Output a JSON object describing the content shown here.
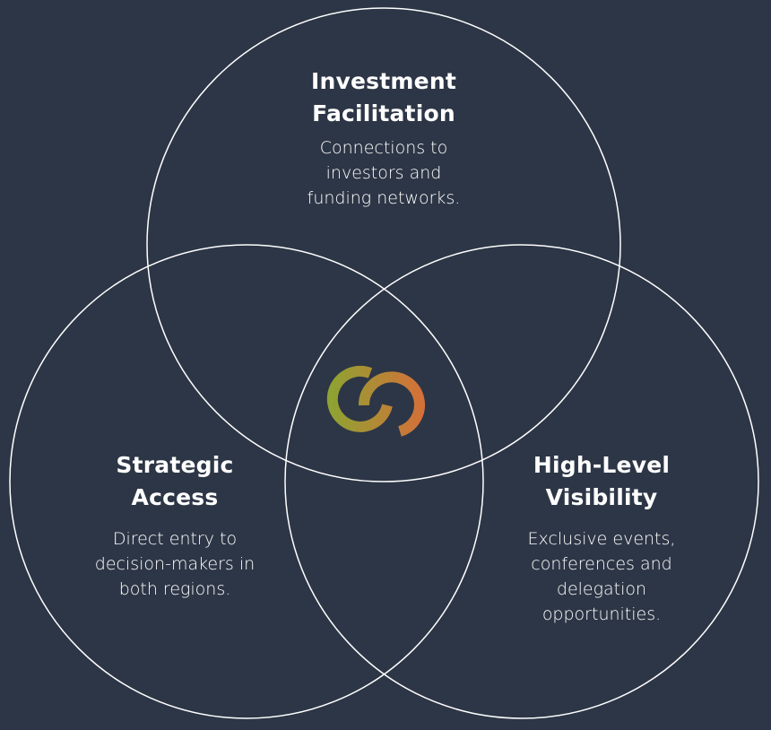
{
  "colors": {
    "background": "#2d3646",
    "circle_stroke": "#ffffff",
    "logo_gradient_start": "#8fa232",
    "logo_gradient_end": "#e0683a"
  },
  "sections": [
    {
      "title_line1": "Investment",
      "title_line2": "Facilitation",
      "desc_lines": [
        "Connections to",
        "investors and",
        "funding networks."
      ]
    },
    {
      "title_line1": "Strategic",
      "title_line2": "Access",
      "desc_lines": [
        "Direct entry to",
        "decision-makers in",
        "both regions."
      ]
    },
    {
      "title_line1": "High-Level",
      "title_line2": "Visibility",
      "desc_lines": [
        "Exclusive events,",
        "conferences and",
        "delegation",
        "opportunities."
      ]
    }
  ],
  "center_icon": "linked-rings-logo"
}
